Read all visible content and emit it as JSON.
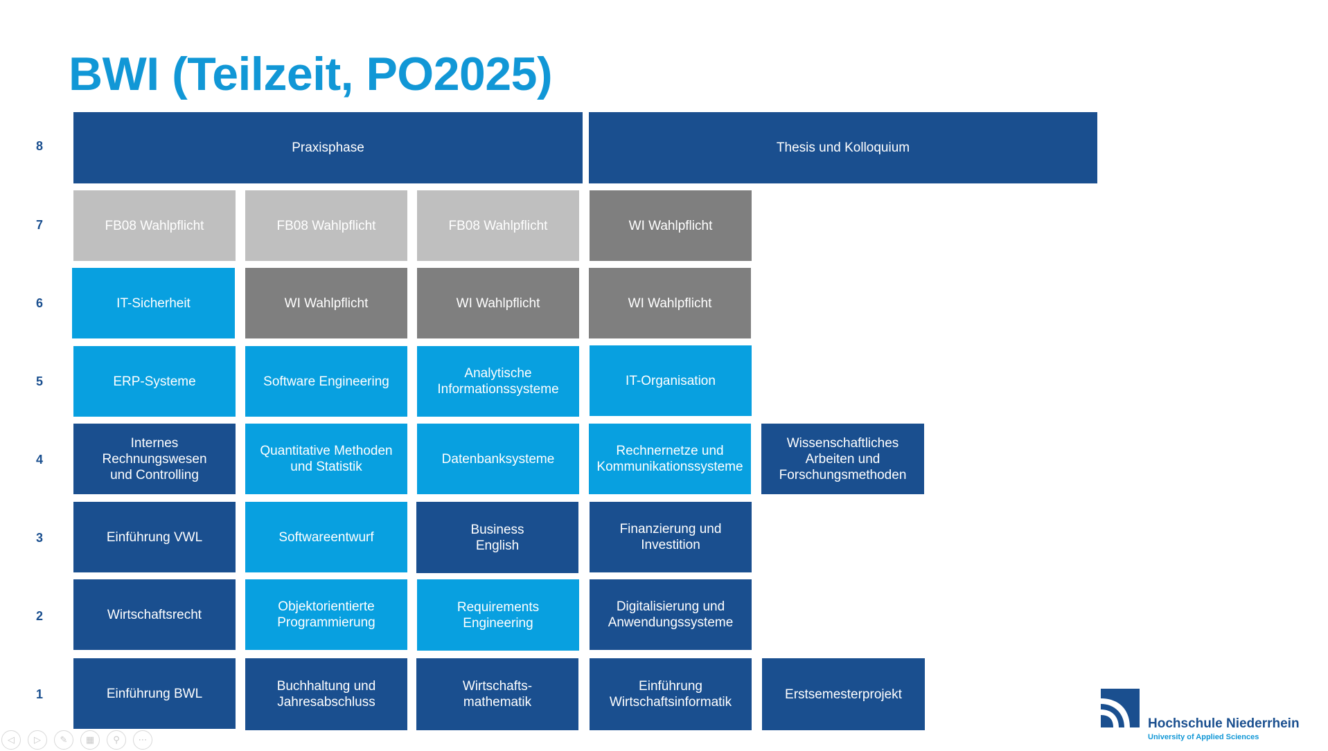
{
  "title": "BWI (Teilzeit, PO2025)",
  "rows": [
    "8",
    "7",
    "6",
    "5",
    "4",
    "3",
    "2",
    "1"
  ],
  "modules": {
    "s8": {
      "praxisphase": "Praxisphase",
      "thesis": "Thesis und Kolloquium"
    },
    "s7": {
      "m1": "FB08 Wahlpflicht",
      "m2": "FB08 Wahlpflicht",
      "m3": "FB08 Wahlpflicht",
      "m4": "WI Wahlpflicht"
    },
    "s6": {
      "m1": "IT-Sicherheit",
      "m2": "WI Wahlpflicht",
      "m3": "WI Wahlpflicht",
      "m4": "WI Wahlpflicht"
    },
    "s5": {
      "m1": "ERP-Systeme",
      "m2": "Software Engineering",
      "m3": [
        "Analytische",
        "Informationssysteme"
      ],
      "m4": "IT-Organisation"
    },
    "s4": {
      "m1": [
        "Internes",
        "Rechnungswesen",
        "und Controlling"
      ],
      "m2": [
        "Quantitative Methoden",
        "und Statistik"
      ],
      "m3": "Datenbanksysteme",
      "m4": [
        "Rechnernetze und",
        "Kommunikationssysteme"
      ],
      "m5": [
        "Wissenschaftliches",
        "Arbeiten und",
        "Forschungsmethoden"
      ]
    },
    "s3": {
      "m1": "Einführung VWL",
      "m2": "Softwareentwurf",
      "m3": [
        "Business",
        "English"
      ],
      "m4": [
        "Finanzierung und",
        "Investition"
      ]
    },
    "s2": {
      "m1": "Wirtschaftsrecht",
      "m2": [
        "Objektorientierte",
        "Programmierung"
      ],
      "m3": [
        "Requirements",
        "Engineering"
      ],
      "m4": [
        "Digitalisierung und",
        "Anwendungssysteme"
      ]
    },
    "s1": {
      "m1": "Einführung BWL",
      "m2": [
        "Buchhaltung und",
        "Jahresabschluss"
      ],
      "m3": [
        "Wirtschafts-",
        "mathematik"
      ],
      "m4": [
        "Einführung",
        "Wirtschaftsinformatik"
      ],
      "m5": "Erstsemesterprojekt"
    }
  },
  "logo": {
    "name": "Hochschule Niederrhein",
    "subtitle": "University of Applied Sciences"
  },
  "colors": {
    "title": "#1197d6",
    "dark_blue": "#1a4f8f",
    "light_blue": "#08a0e0",
    "gray": "#7f7f7f",
    "light_gray": "#bfbfbf"
  },
  "presentation_controls": [
    "previous-slide-icon",
    "next-slide-icon",
    "pen-icon",
    "slides-grid-icon",
    "zoom-icon",
    "more-options-icon"
  ]
}
